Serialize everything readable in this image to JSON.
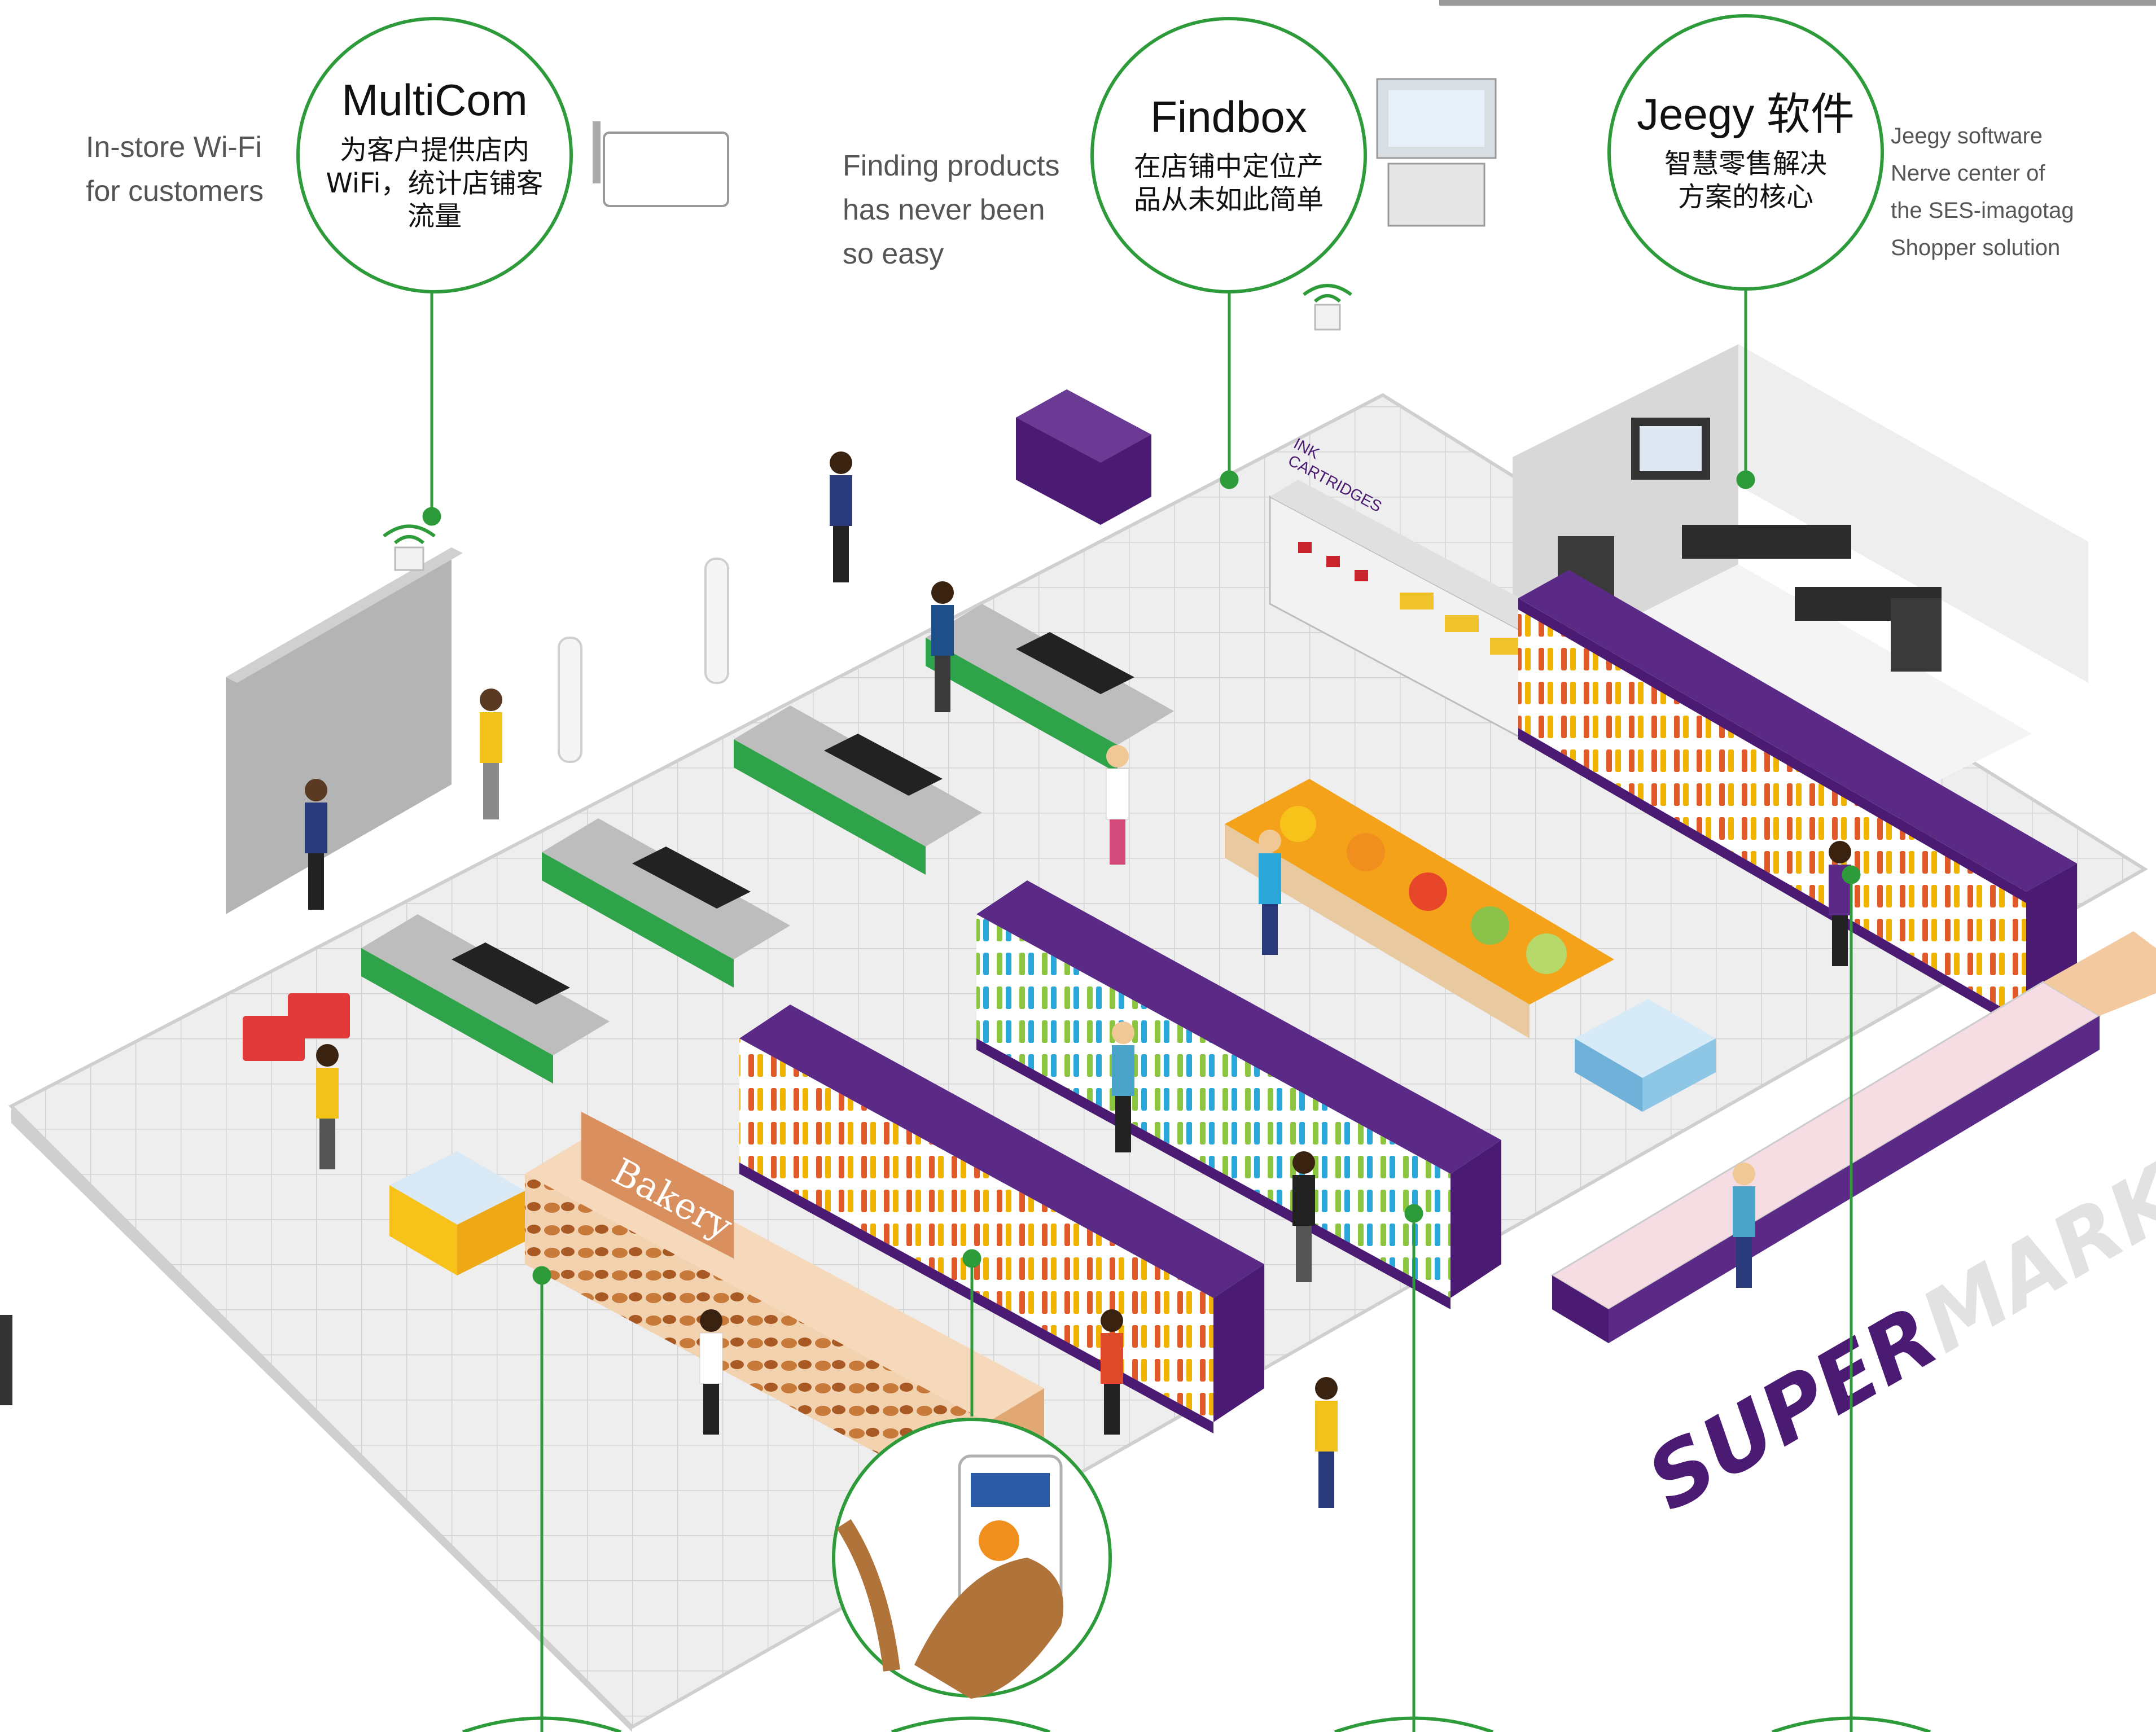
{
  "callouts": {
    "multicom": {
      "title": "MultiCom",
      "zh_line1": "为客户提供店内",
      "zh_line2": "WiFi，统计店铺客",
      "zh_line3": "流量",
      "side_line1": "In-store Wi-Fi",
      "side_line2": "for customers"
    },
    "findbox": {
      "title": "Findbox",
      "zh_line1": "在店铺中定位产",
      "zh_line2": "品从未如此简单",
      "side_line1": "Finding products",
      "side_line2": "has never been",
      "side_line3": "so easy"
    },
    "jeegy": {
      "title": "Jeegy 软件",
      "zh_line1": "智慧零售解决",
      "zh_line2": "方案的核心",
      "side_line1": "Jeegy software",
      "side_line2": "Nerve center of",
      "side_line3": "the SES-imagotag",
      "side_line4": "Shopper solution"
    }
  },
  "scene": {
    "bakery_sign": "Bakery",
    "ink_sign_line1": "INK",
    "ink_sign_line2": "CARTRIDGES",
    "floor_logo_bold": "SUPER",
    "floor_logo_light": "MARKET"
  },
  "colors": {
    "accent_green": "#2e9b3a",
    "brand_purple": "#4b1a73",
    "checkout_green": "#2ea34a",
    "floor": "#e9e9e9"
  }
}
